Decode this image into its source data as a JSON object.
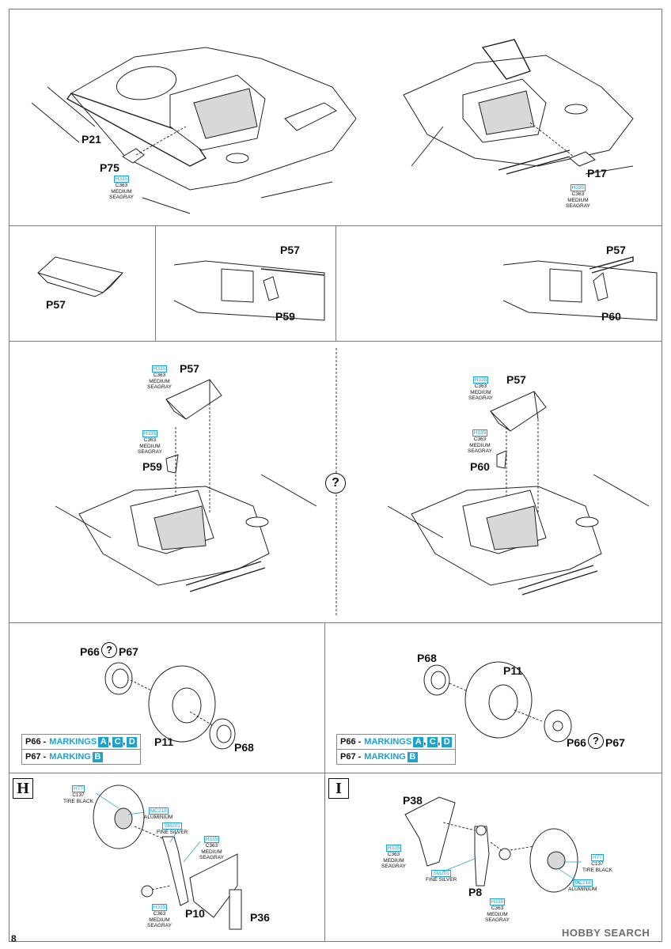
{
  "page_number": "8",
  "watermark": "HOBBY SEARCH",
  "sections": {
    "top_left": {
      "labels": [
        "P21",
        "P75"
      ],
      "paint": {
        "code": "H335",
        "ref": "C363",
        "name_line1": "MEDIUM",
        "name_line2": "SEAGRAY"
      }
    },
    "top_right": {
      "labels": [
        "P17"
      ],
      "paint": {
        "code": "H335",
        "ref": "C363",
        "name_line1": "MEDIUM",
        "name_line2": "SEAGRAY"
      }
    },
    "row2": {
      "panel1": {
        "label": "P57"
      },
      "panel2": {
        "labels": [
          "P57",
          "P59"
        ]
      },
      "panel3": {
        "labels": [
          "P57",
          "P60"
        ]
      }
    },
    "row3_left": {
      "labels": [
        "P57",
        "P59"
      ],
      "paint_a": {
        "code": "H335",
        "ref": "C363",
        "name_line1": "MEDIUM",
        "name_line2": "SEAGRAY"
      },
      "paint_b": {
        "code": "H335",
        "ref": "C363",
        "name_line1": "MEDIUM",
        "name_line2": "SEAGRAY"
      }
    },
    "row3_center": {
      "symbol": "?"
    },
    "row3_right": {
      "labels": [
        "P57",
        "P60"
      ],
      "paint_a": {
        "code": "H335",
        "ref": "C363",
        "name_line1": "MEDIUM",
        "name_line2": "SEAGRAY"
      },
      "paint_b": {
        "code": "H335",
        "ref": "C363",
        "name_line1": "MEDIUM",
        "name_line2": "SEAGRAY"
      }
    },
    "row4_left": {
      "title_a": "P66",
      "title_q": "?",
      "title_b": "P67",
      "labels": [
        "P11",
        "P68"
      ],
      "note_row1": {
        "part": "P66 -",
        "text": "MARKINGS",
        "boxes": [
          "A",
          "C",
          "D"
        ],
        "sep": ","
      },
      "note_row2": {
        "part": "P67 -",
        "text": "MARKING",
        "boxes": [
          "B"
        ]
      }
    },
    "row4_right": {
      "labels": [
        "P68",
        "P11"
      ],
      "sub_a": "P66",
      "sub_q": "?",
      "sub_b": "P67",
      "note_row1": {
        "part": "P66 -",
        "text": "MARKINGS",
        "boxes": [
          "A",
          "C",
          "D"
        ],
        "sep": ","
      },
      "note_row2": {
        "part": "P67 -",
        "text": "MARKING",
        "boxes": [
          "B"
        ]
      }
    },
    "step_h": {
      "step": "H",
      "labels": [
        "P10",
        "P36"
      ],
      "paint_tire": {
        "code": "H77",
        "ref": "C137",
        "name_line1": "TIRE BLACK"
      },
      "paint_hub": {
        "code": "MC218",
        "name_line1": "ALUMINIUM"
      },
      "paint_strut": {
        "code": "SM201",
        "name_line1": "FINE SILVER"
      },
      "paint_strut2": {
        "code": "H335",
        "ref": "C363",
        "name_line1": "MEDIUM",
        "name_line2": "SEAGRAY"
      },
      "paint_leg": {
        "code": "H335",
        "ref": "C363",
        "name_line1": "MEDIUM",
        "name_line2": "SEAGRAY"
      }
    },
    "step_i": {
      "step": "I",
      "labels": [
        "P38",
        "P8"
      ],
      "paint_door": {
        "code": "H335",
        "ref": "C363",
        "name_line1": "MEDIUM",
        "name_line2": "SEAGRAY"
      },
      "paint_strut": {
        "code": "SM201",
        "name_line1": "FINE SILVER"
      },
      "paint_leg": {
        "code": "H335",
        "ref": "C363",
        "name_line1": "MEDIUM",
        "name_line2": "SEAGRAY"
      },
      "paint_tire": {
        "code": "H77",
        "ref": "C137",
        "name_line1": "TIRE BLACK"
      },
      "paint_hub": {
        "code": "MC218",
        "name_line1": "ALUMINIUM"
      }
    }
  }
}
